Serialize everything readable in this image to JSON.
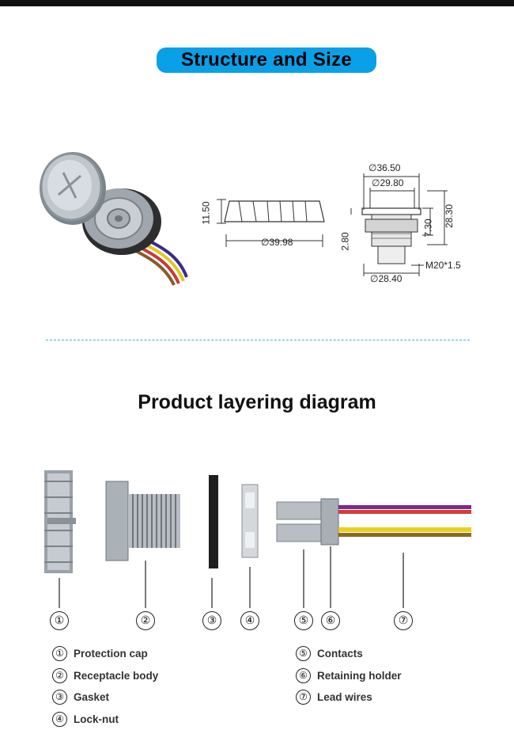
{
  "section1": {
    "title": "Structure and Size",
    "dimensions": {
      "cap_height": "11.50",
      "cap_diameter": "39.98",
      "flange_diameter": "36.50",
      "inner_diameter": "29.80",
      "total_height": "28.30",
      "thread_height": "7.30",
      "flange_height": "2.80",
      "nut_diameter": "28.40",
      "thread": "M20*1.5",
      "diameter_symbol": "∅"
    }
  },
  "section2": {
    "title": "Product layering diagram",
    "callouts": [
      "①",
      "②",
      "③",
      "④",
      "⑤",
      "⑥",
      "⑦"
    ],
    "legend": [
      {
        "num": "①",
        "label": "Protection cap"
      },
      {
        "num": "②",
        "label": "Receptacle body"
      },
      {
        "num": "③",
        "label": "Gasket"
      },
      {
        "num": "④",
        "label": "Lock-nut"
      },
      {
        "num": "⑤",
        "label": "Contacts"
      },
      {
        "num": "⑥",
        "label": "Retaining holder"
      },
      {
        "num": "⑦",
        "label": "Lead wires"
      }
    ],
    "wire_colors": [
      "#7a2a8a",
      "#d83a3a",
      "#e8d020",
      "#8a6a20"
    ]
  }
}
